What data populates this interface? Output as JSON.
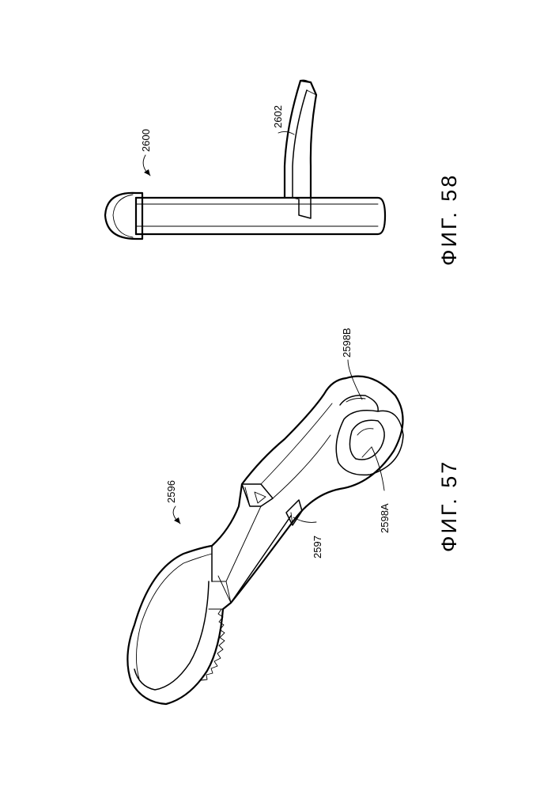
{
  "figures": {
    "fig57": {
      "caption": "ФИГ. 57",
      "refs": {
        "main": "2596",
        "small_tab": "2597",
        "hole_a": "2598A",
        "hole_b": "2598B"
      }
    },
    "fig58": {
      "caption": "ФИГ. 58",
      "refs": {
        "assembly": "2600",
        "spring_arm": "2602"
      }
    }
  }
}
